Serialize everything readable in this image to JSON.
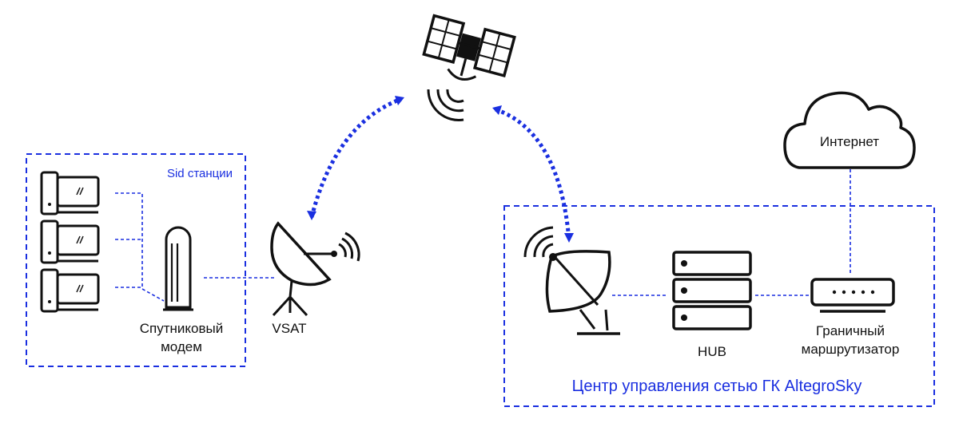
{
  "colors": {
    "link": "#1a2fe0",
    "ink": "#111111",
    "background": "#ffffff"
  },
  "remote_station": {
    "title": "Sid станции",
    "modem_label_line1": "Спутниковый",
    "modem_label_line2": "модем",
    "vsat_label": "VSAT"
  },
  "control_center": {
    "title": "Центр управления сетью ГК AltegroSky",
    "hub_label": "HUB",
    "router_label_line1": "Граничный",
    "router_label_line2": "маршрутизатор"
  },
  "internet": {
    "label": "Интернет"
  },
  "icons": [
    "computer-icon",
    "modem-icon",
    "vsat-antenna-icon",
    "satellite-icon",
    "hub-antenna-icon",
    "hub-server-icon",
    "router-icon",
    "cloud-icon",
    "signal-waves-icon"
  ]
}
